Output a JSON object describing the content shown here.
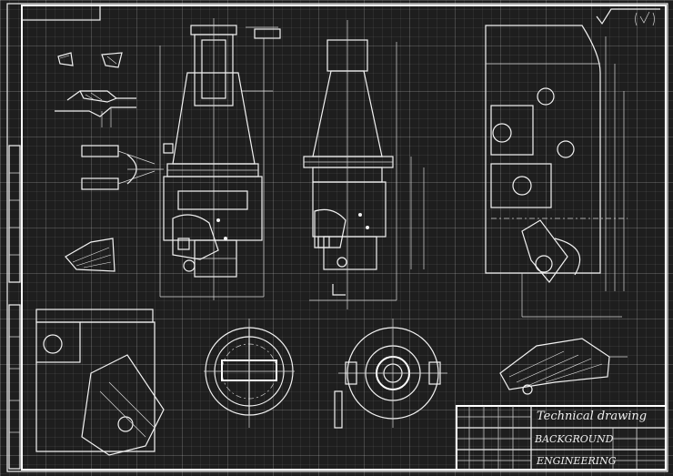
{
  "title_block": {
    "title": "Technical drawing",
    "line1": "BACKGROUND",
    "line2": "ENGINEERING"
  },
  "colors": {
    "background": "#1e1e1e",
    "lines": "#f2f2f2"
  }
}
